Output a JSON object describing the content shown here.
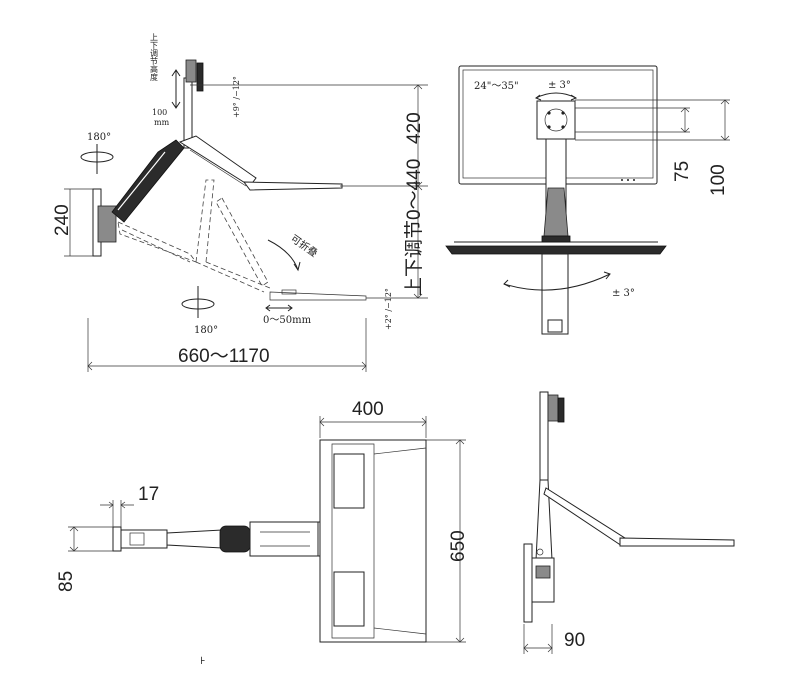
{
  "side_view": {
    "rotation_top": "180°",
    "rotation_bottom": "180°",
    "height_adjust_vertical": "上下调节高度",
    "height_adjust_value": "100",
    "height_adjust_unit": "mm",
    "monitor_tilt": "+9° /−12°",
    "tray_tilt": "+2° /−12°",
    "fold_label": "可折叠",
    "slide_label": "0～50mm",
    "dim_arm_height": "420",
    "dim_tray_adjust": "上下调节0～440",
    "dim_wall_plate": "240",
    "dim_reach": "660～1170"
  },
  "front_view": {
    "screen_size": "24\"～35\"",
    "monitor_rotation": "± 3°",
    "tray_rotation": "± 3°",
    "dim_vesa_75": "75",
    "dim_vesa_100": "100"
  },
  "top_view": {
    "dim_tray_width": "400",
    "dim_tray_depth": "650",
    "dim_plate_depth": "17",
    "dim_plate_width": "85",
    "page_mark": "⊦"
  },
  "side_view_2": {
    "dim_offset": "90"
  }
}
